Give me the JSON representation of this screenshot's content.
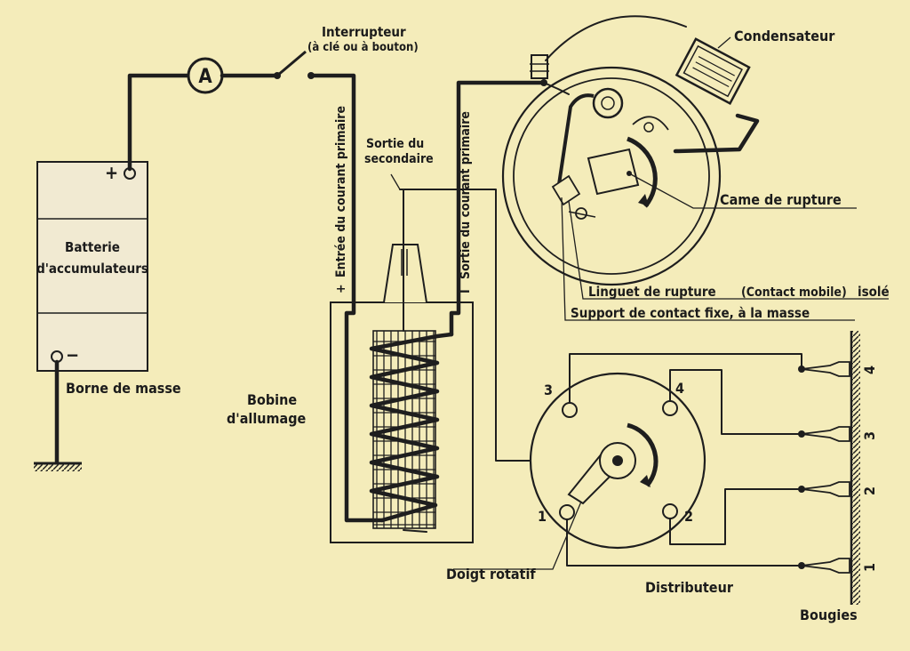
{
  "colors": {
    "background": "#f4ecba",
    "ink": "#1e1e1e",
    "battery_fill": "#f1ead2"
  },
  "labels": {
    "interrupteur_title": "Interrupteur",
    "interrupteur_detail": "(à clé ou à bouton)",
    "ammeter": "A",
    "condensateur": "Condensateur",
    "battery_line1": "Batterie",
    "battery_line2": "d'accumulateurs",
    "plus_sign": "+",
    "minus_sign": "−",
    "borne_masse": "Borne de masse",
    "entree_primaire": "Entrée du courant primaire",
    "entree_sign": "+",
    "sortie_primaire": "Sortie du courant primaire",
    "sortie_sign": "I",
    "sortie_sec_line1": "Sortie du",
    "sortie_sec_line2": "secondaire",
    "came": "Came de rupture",
    "linguet_part1": "Linguet de rupture",
    "linguet_part2": "(Contact mobile)",
    "linguet_part3": "isolé",
    "support": "Support de contact fixe, à la masse",
    "bobine_line1": "Bobine",
    "bobine_line2": "d'allumage",
    "doigt": "Doigt rotatif",
    "distributeur": "Distributeur",
    "bougies": "Bougies",
    "terminal_1": "1",
    "terminal_2": "2",
    "terminal_3": "3",
    "terminal_4": "4",
    "spark_1": "1",
    "spark_2": "2",
    "spark_3": "3",
    "spark_4": "4"
  }
}
